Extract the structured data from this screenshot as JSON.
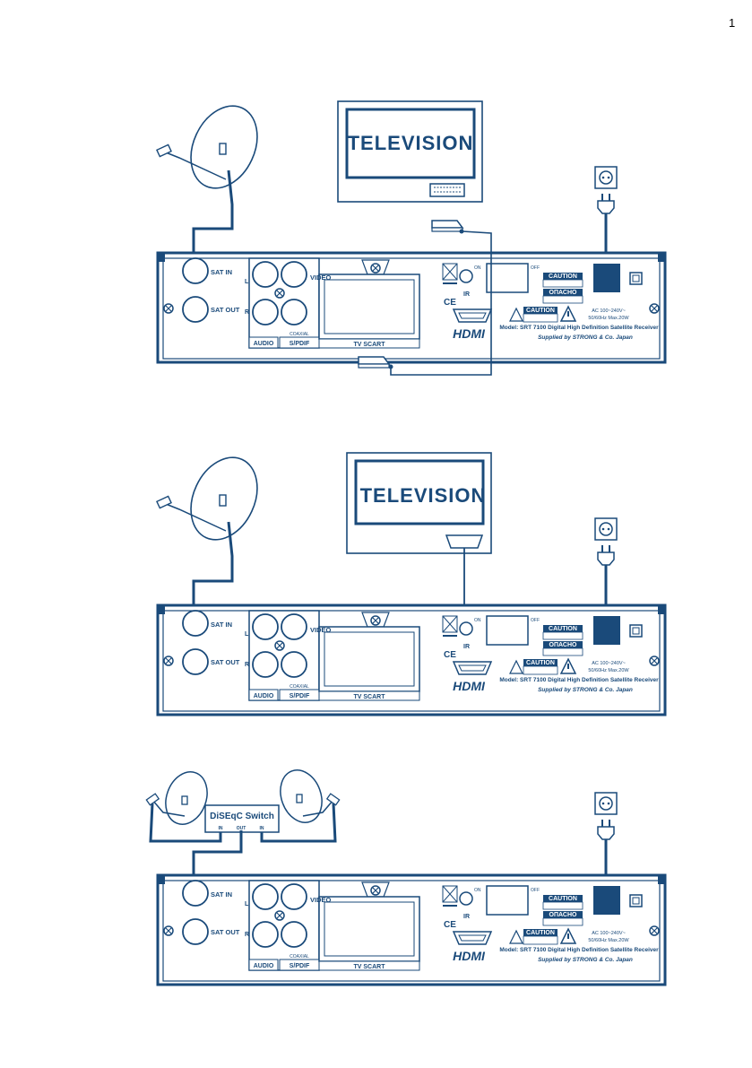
{
  "page_number": "1",
  "receiver": {
    "sat_in": "SAT IN",
    "sat_out": "SAT OUT",
    "video": "VIDEO",
    "audio": "AUDIO",
    "coaxial": "COAXIAL",
    "spdif": "S/PDIF",
    "tv_scart": "TV SCART",
    "ir": "IR",
    "on": "ON",
    "off": "OFF",
    "left": "L",
    "right": "R",
    "caution": "CAUTION",
    "opasno": "ОПАСНО",
    "ce": "CE",
    "hdmi": "HDMI",
    "ac_line1": "AC 100~240V~",
    "ac_line2": "50/60Hz Max.20W",
    "model": "Model: SRT 7100 Digital High Definition Satellite Receiver",
    "supplied": "Supplied by STRONG & Co. Japan"
  },
  "diagrams": [
    {
      "id": "scart-connection",
      "tv_label": "TELEVISION"
    },
    {
      "id": "hdmi-connection",
      "tv_label": "TELEVISION"
    },
    {
      "id": "diseqc-connection",
      "switch_label": "DiSEqC Switch",
      "in1": "IN",
      "out": "OUT",
      "in2": "IN"
    }
  ],
  "colors": {
    "line": "#1a4a7a",
    "background": "#ffffff"
  }
}
